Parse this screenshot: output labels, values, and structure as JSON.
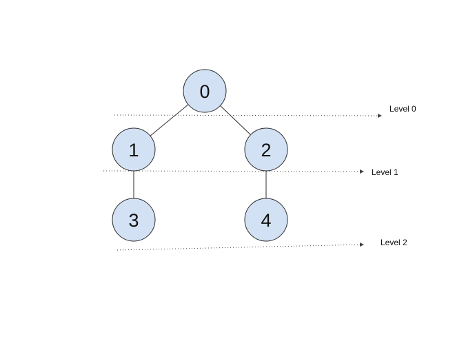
{
  "diagram": {
    "type": "tree",
    "colors": {
      "node_fill": "#d3e1f4",
      "node_stroke": "#2b2b2b",
      "edge": "#2b2b2b",
      "text": "#111111"
    },
    "nodes": [
      {
        "id": "0",
        "label": "0"
      },
      {
        "id": "1",
        "label": "1"
      },
      {
        "id": "2",
        "label": "2"
      },
      {
        "id": "3",
        "label": "3"
      },
      {
        "id": "4",
        "label": "4"
      }
    ],
    "edges": [
      {
        "from": "0",
        "to": "1"
      },
      {
        "from": "0",
        "to": "2"
      },
      {
        "from": "1",
        "to": "3"
      },
      {
        "from": "2",
        "to": "4"
      }
    ],
    "levels": [
      {
        "label": "Level 0"
      },
      {
        "label": "Level 1"
      },
      {
        "label": "Level 2"
      }
    ]
  }
}
